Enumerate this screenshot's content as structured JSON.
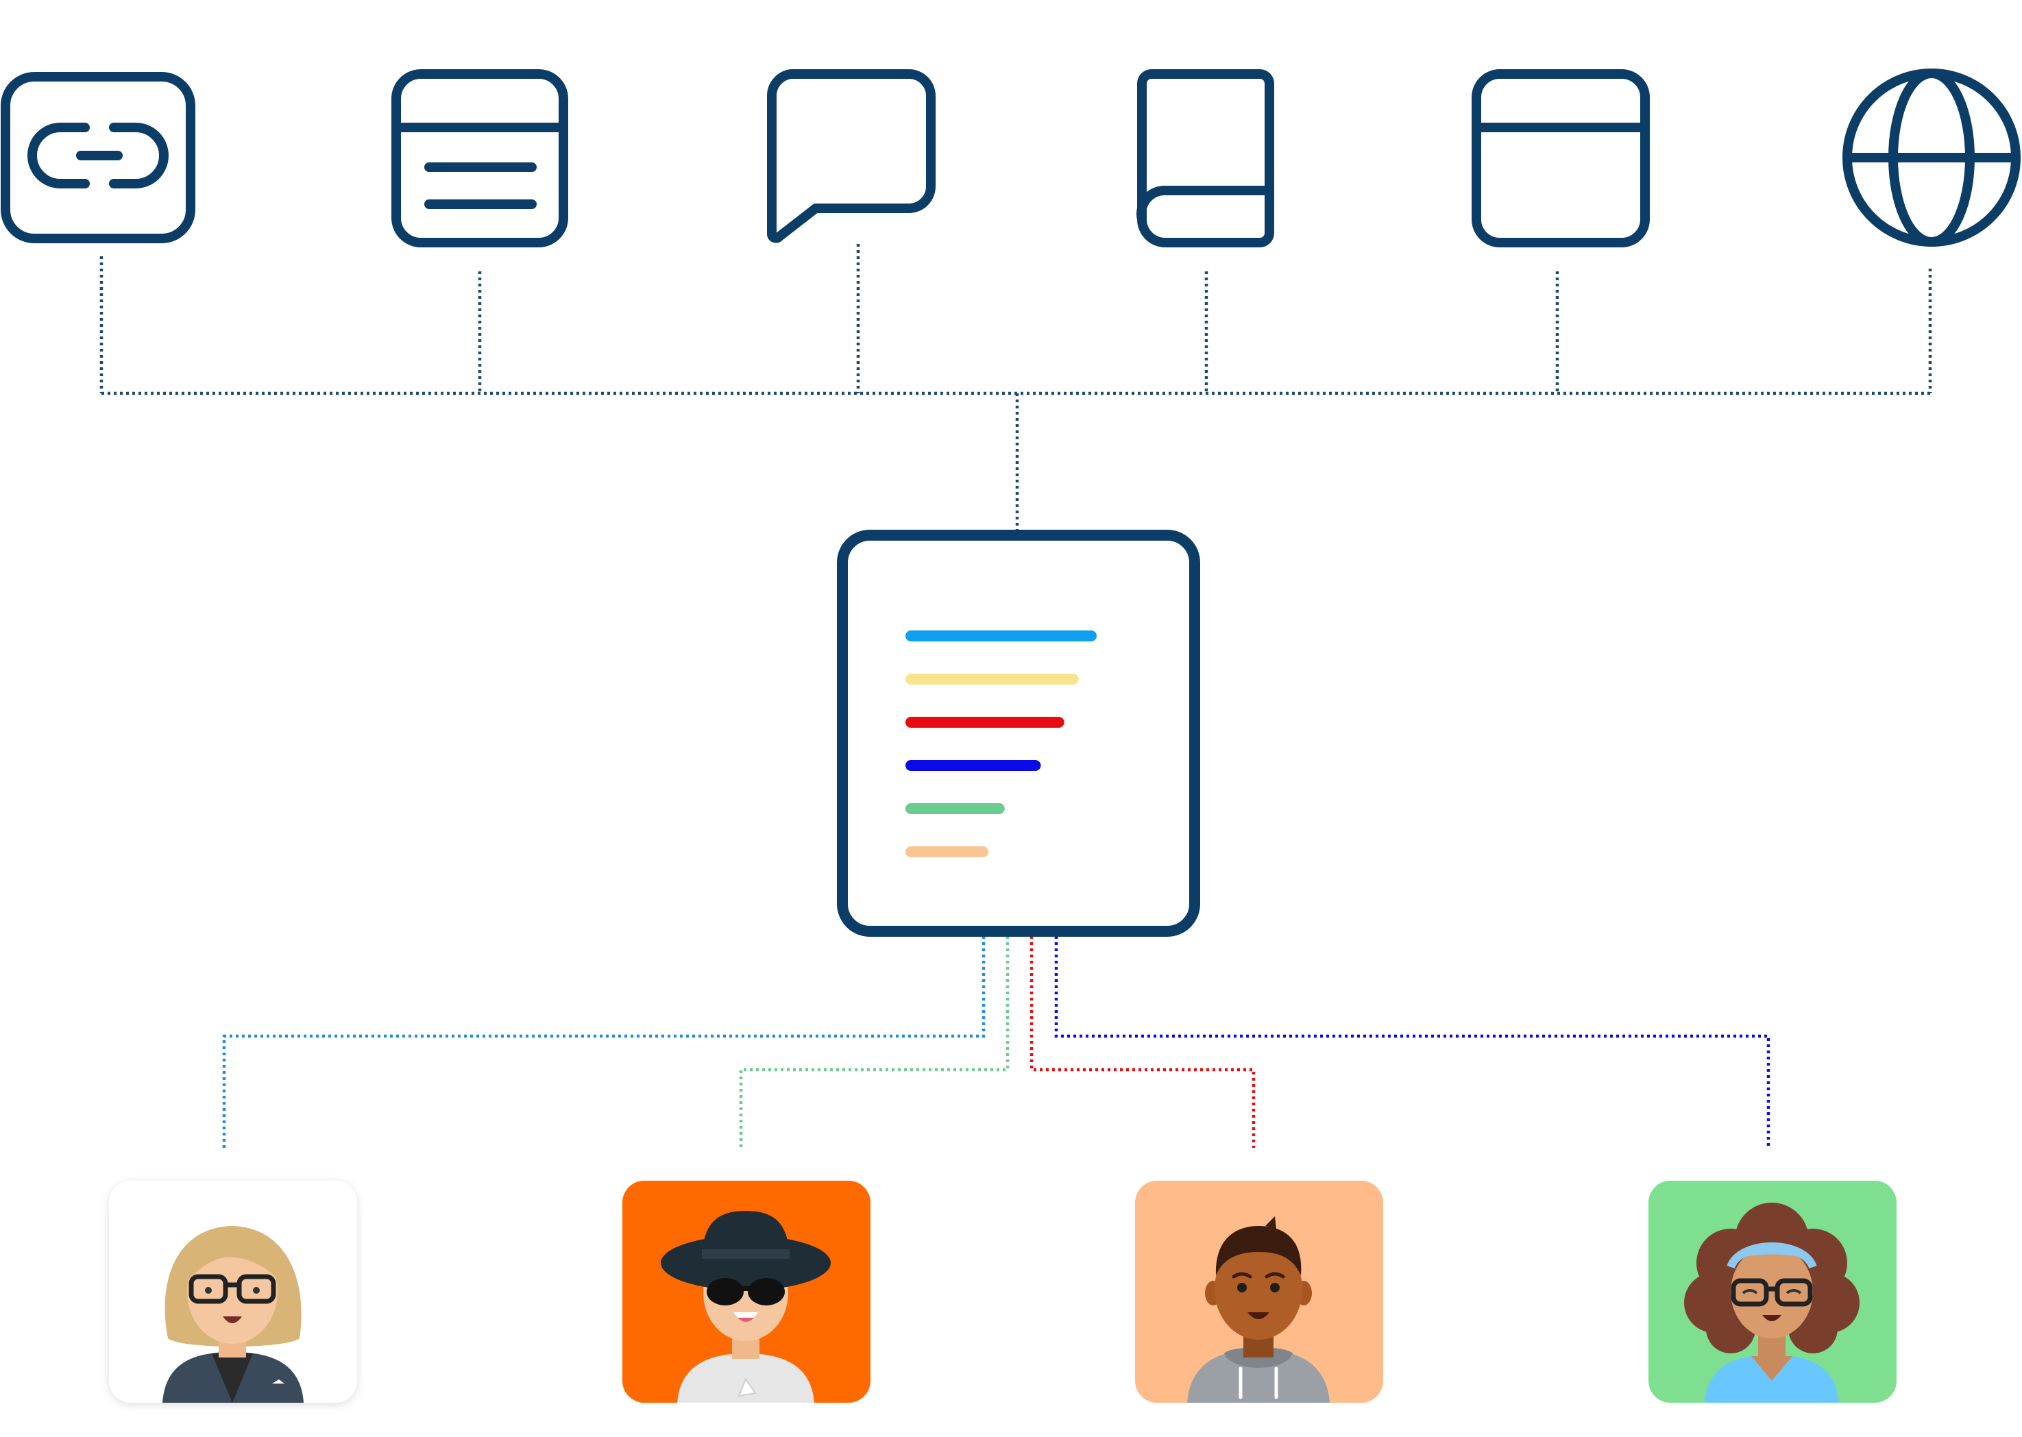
{
  "colors": {
    "navy": "#0b3d66",
    "connector_navy": "#1d4a6b",
    "background": "#ffffff"
  },
  "sources": [
    {
      "icon": "link-icon"
    },
    {
      "icon": "document-icon"
    },
    {
      "icon": "chat-bubble-icon"
    },
    {
      "icon": "book-icon"
    },
    {
      "icon": "browser-window-icon"
    },
    {
      "icon": "globe-icon"
    }
  ],
  "hub": {
    "icon": "sorted-list-document-icon",
    "bars": [
      {
        "color": "#0f9ff0",
        "value": 1.0
      },
      {
        "color": "#f8e48c",
        "value": 0.9
      },
      {
        "color": "#e80c10",
        "value": 0.82
      },
      {
        "color": "#0a0ae8",
        "value": 0.69
      },
      {
        "color": "#6ccb93",
        "value": 0.49
      },
      {
        "color": "#f8c695",
        "value": 0.4
      }
    ]
  },
  "recipients": [
    {
      "avatar": "blonde-glasses-avatar",
      "background": "#ffffff",
      "link_color": "#1f8fdb"
    },
    {
      "avatar": "hat-sunglasses-avatar",
      "background": "#ff6a00",
      "link_color": "#6ccb93"
    },
    {
      "avatar": "hoodie-man-avatar",
      "background": "#ffbb8a",
      "link_color": "#e80c10"
    },
    {
      "avatar": "curly-hair-glasses-avatar",
      "background": "#7ddf8f",
      "link_color": "#0a0ae8"
    }
  ]
}
